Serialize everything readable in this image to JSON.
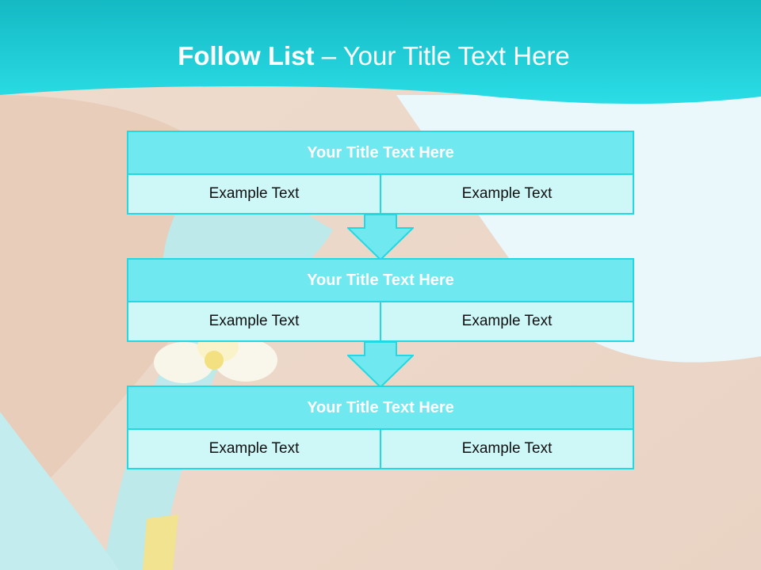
{
  "title": {
    "bold": "Follow List",
    "rest": " – Your Title Text Here"
  },
  "boxes": [
    {
      "title": "Your Title Text Here",
      "left": "Example Text",
      "right": "Example Text"
    },
    {
      "title": "Your Title Text Here",
      "left": "Example Text",
      "right": "Example Text"
    },
    {
      "title": "Your Title Text Here",
      "left": "Example Text",
      "right": "Example Text"
    }
  ],
  "colors": {
    "accent": "#22d8e2",
    "head_fill": "#6fe8ef",
    "cell_fill": "#cef7f8"
  }
}
